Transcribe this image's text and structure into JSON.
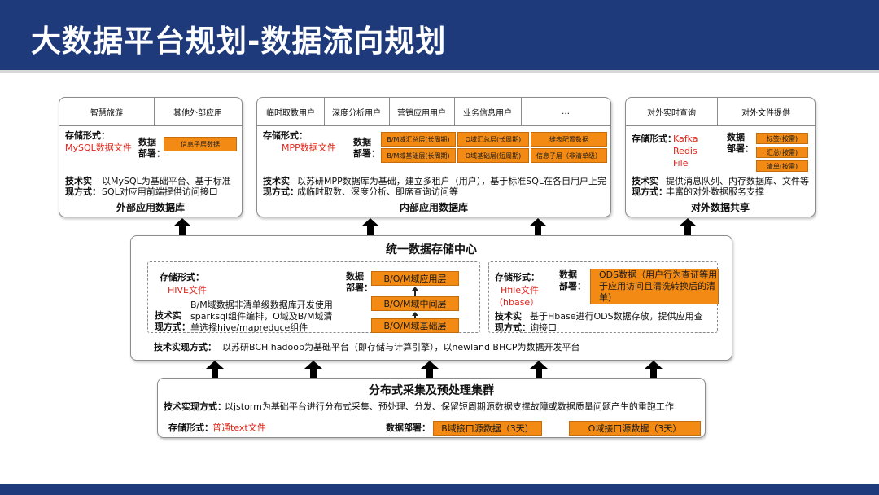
{
  "title": "大数据平台规划-数据流向规划",
  "labels": {
    "storage_form": "存储形式：",
    "storage_form_short": "存储形式",
    "data_deploy_1": "数据",
    "data_deploy_2": "部署：",
    "tech_1": "技术实",
    "tech_2": "现方式：",
    "tech_full": "技术实现方式："
  },
  "external_db": {
    "tabs": [
      "智慧旅游",
      "其他外部应用"
    ],
    "storage_value": "MySQL数据文件",
    "deploy_boxes": [
      "信息子层数据"
    ],
    "tech_line1": "以MySQL为基础平台、基于标准",
    "tech_line2": "SQL对应用前端提供访问接口",
    "caption": "外部应用数据库"
  },
  "internal_db": {
    "tabs": [
      "临时取数用户",
      "深度分析用户",
      "营销应用用户",
      "业务信息用户",
      "…"
    ],
    "storage_value": "MPP数据文件",
    "deploy_boxes": [
      "B/M域汇总层(长周期)",
      "O域汇总层(长周期)",
      "维表配置数据",
      "B/M域基础层(长周期)",
      "O域基础层(短周期)",
      "信息子层（非清单级）"
    ],
    "tech_line1": "以苏研MPP数据库为基础，建立多租户（用户），基于标准SQL在各自用户上完",
    "tech_line2": "成临时取数、深度分析、即席查询访问等",
    "caption": "内部应用数据库"
  },
  "external_share": {
    "tabs": [
      "对外实时查询",
      "对外文件提供"
    ],
    "storage_values": [
      "Kafka",
      "Redis",
      "File"
    ],
    "deploy_boxes": [
      "标签(按需)",
      "汇总(按需)",
      "清单(按需)"
    ],
    "tech_line1": "提供消息队列、内存数据库、文件等",
    "tech_line2": "丰富的对外数据服务支撑",
    "caption": "对外数据共享"
  },
  "unified": {
    "caption": "统一数据存储中心",
    "hive": {
      "storage_value": "HIVE文件",
      "deploy_boxes": [
        "B/O/M域应用层",
        "B/O/M域中间层",
        "B/O/M域基础层"
      ],
      "tech_lines": [
        "B/M域数据非清单级数据库开发使用",
        "sparksql组件编排，O域及B/M域清",
        "单选择hive/mapreduce组件"
      ]
    },
    "hbase": {
      "storage_values": [
        "Hfile文件",
        "（hbase）"
      ],
      "deploy_box": "ODS数据（用户行为查证等用于应用访问且清洗转换后的清单）",
      "tech_line1": "基于Hbase进行ODS数据存放，提供应用查",
      "tech_line2": "询接口"
    },
    "tech_value": "以苏研BCH hadoop为基础平台（即存储与计算引擎），以newland BHCP为数据开发平台"
  },
  "collect": {
    "caption": "分布式采集及预处理集群",
    "tech_value": "以jstorm为基础平台进行分布式采集、预处理、分发、保留短周期源数据支撑故障或数据质量问题产生的重跑工作",
    "storage_value": "普通text文件",
    "deploy_label": "数据部署：",
    "deploy_boxes": [
      "B域接口源数据（3天）",
      "O域接口源数据（3天）"
    ]
  },
  "colors": {
    "header": "#1f3a7a",
    "accent_orange": "#f28a14",
    "accent_red": "#e1251b"
  }
}
